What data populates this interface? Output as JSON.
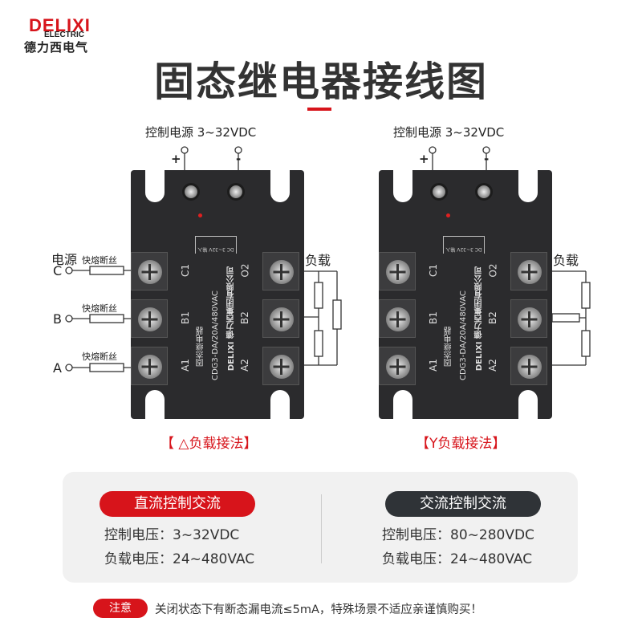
{
  "brand": {
    "name": "DELIXI",
    "sub": "ELECTRIC",
    "cn": "德力西电气"
  },
  "title": "固态继电器接线图",
  "colors": {
    "accent": "#d7141b",
    "dark": "#2f3337",
    "relay": "#2b2b2d"
  },
  "diagrams": [
    {
      "supply_label": "控制电源 3~32VDC",
      "plus": "+",
      "minus": "-",
      "source_label": "电源",
      "phases": [
        "C",
        "B",
        "A"
      ],
      "fuse_label": "快熔断丝",
      "load_label": "负载",
      "caption": "【 △负载接法】"
    },
    {
      "supply_label": "控制电源 3~32VDC",
      "plus": "+",
      "minus": "-",
      "load_label": "负载",
      "caption": "【Y负载接法】"
    }
  ],
  "relay": {
    "terminals_in": [
      "C1",
      "B1",
      "A1"
    ],
    "terminals_out": [
      "O2",
      "B2",
      "A2"
    ],
    "name": "固态继电器",
    "model": "CDG3-DA/20A/480VAC",
    "maker": "DELIXI 德力西集团有限公司",
    "input_label": "DC 3~32V 输入"
  },
  "specs": [
    {
      "title": "直流控制交流",
      "control": "控制电压：3~32VDC",
      "load": "负载电压：24~480VAC"
    },
    {
      "title": "交流控制交流",
      "control": "控制电压：80~280VDC",
      "load": "负载电压：24~480VAC"
    }
  ],
  "note": {
    "badge": "注意",
    "text": "关闭状态下有断态漏电流≤5mA，特殊场景不适应亲谨慎购买！"
  }
}
